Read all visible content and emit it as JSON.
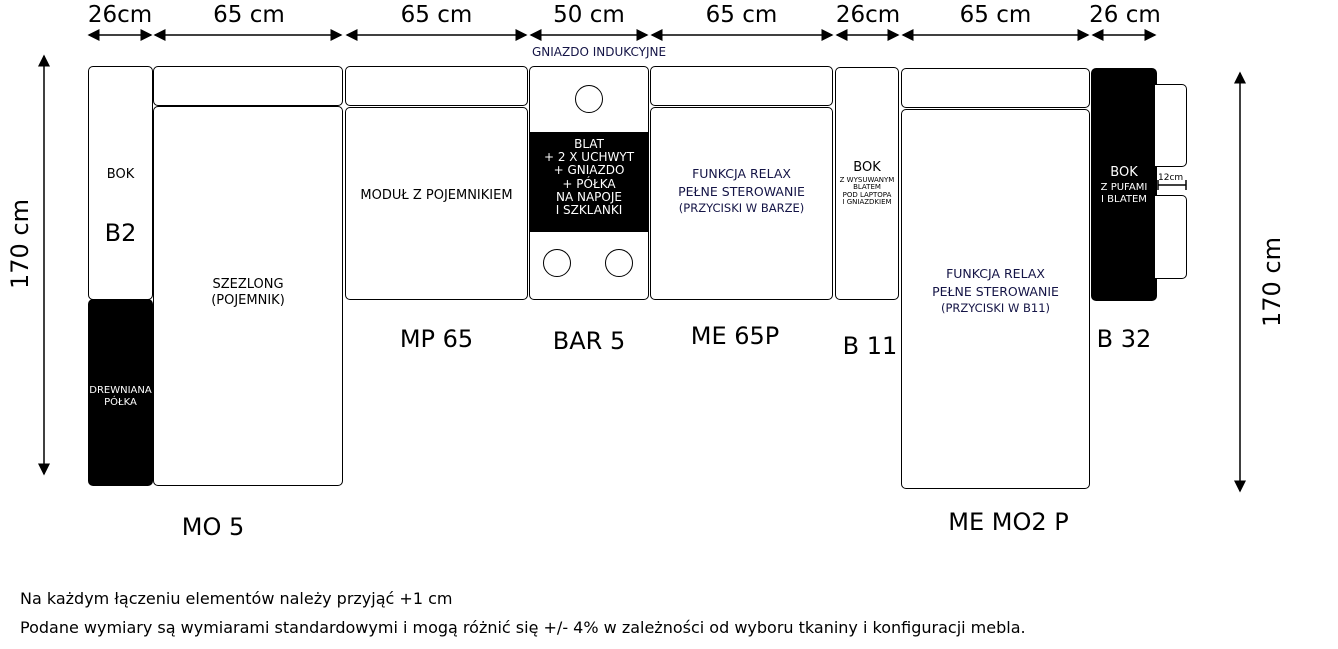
{
  "dimensions": {
    "w1": "26cm",
    "w2": "65 cm",
    "w3": "65 cm",
    "w4": "50 cm",
    "w5": "65 cm",
    "w6": "26cm",
    "w7": "65 cm",
    "w8": "26 cm",
    "height_left": "170 cm",
    "height_right": "170 cm",
    "puf_gap": "12cm"
  },
  "bar_top_label": "GNIAZDO INDUKCYJNE",
  "modules": {
    "b2": {
      "title": "BOK",
      "code_inner": "B2",
      "shelf": "DREWNIANA PÓŁKA"
    },
    "mo5": {
      "desc1": "SZEZLONG",
      "desc2": "(POJEMNIK)",
      "code": "MO 5"
    },
    "mp65": {
      "desc": "MODUŁ Z POJEMNIKIEM",
      "code": "MP 65"
    },
    "bar5": {
      "l1": "BLAT",
      "l2": "+ 2 X UCHWYT",
      "l3": "+ GNIAZDO",
      "l4": "+ PÓŁKA",
      "l5": "NA NAPOJE",
      "l6": "I SZKLANKI",
      "code": "BAR 5"
    },
    "me65p": {
      "l1": "FUNKCJA RELAX",
      "l2": "PEŁNE STEROWANIE",
      "l3": "(PRZYCISKI W BARZE)",
      "code": "ME 65P"
    },
    "b11": {
      "title": "BOK",
      "l1": "Z WYSUWANYM",
      "l2": "BLATEM",
      "l3": "POD LAPTOPA",
      "l4": "I GNIAZDKIEM",
      "code": "B 11"
    },
    "memo2p": {
      "l1": "FUNKCJA RELAX",
      "l2": "PEŁNE STEROWANIE",
      "l3": "(PRZYCISKI W B11)",
      "code": "ME MO2 P"
    },
    "b32": {
      "title": "BOK",
      "l1": "Z PUFAMI",
      "l2": "I BLATEM",
      "code": "B 32"
    }
  },
  "notes": [
    "Na każdym łączeniu elementów należy przyjąć +1 cm",
    "Podane wymiary są wymiarami standardowymi i mogą różnić się +/- 4% w zależności od wyboru tkaniny i konfiguracji mebla."
  ]
}
